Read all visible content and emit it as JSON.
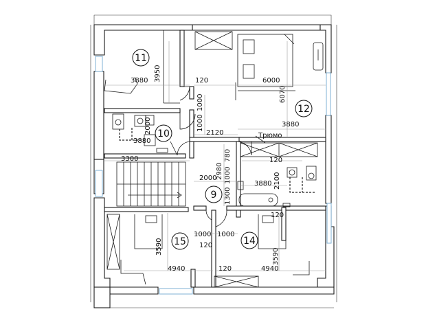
{
  "rooms": [
    {
      "id": "11",
      "label": "11"
    },
    {
      "id": "10",
      "label": "10"
    },
    {
      "id": "12",
      "label": "12"
    },
    {
      "id": "9",
      "label": "9"
    },
    {
      "id": "15",
      "label": "15"
    },
    {
      "id": "14",
      "label": "14"
    }
  ],
  "dimensions": {
    "r11_width": "3880",
    "r11_depth": "3950",
    "r11_gap": "120",
    "r12_width": "6000",
    "r12_depth": "6070",
    "r12_width2": "3880",
    "r10_depth": "2000",
    "r10_width": "3880",
    "corr_1000a": "1000",
    "corr_1000b": "1000",
    "corr_2120": "2120",
    "stair_3300": "3300",
    "hall_2000": "2000",
    "hall_2980": "2980",
    "hall_1000": "1000",
    "hall_780": "780",
    "hall_1300": "1300",
    "bath_3880": "3880",
    "bath_2100": "2100",
    "bath_120": "120",
    "r15_depth": "3590",
    "r15_1000": "1000",
    "r14_1000": "1000",
    "bottom_120": "120",
    "r15_width": "4940",
    "r14_width": "4940",
    "r14_depth": "3590",
    "r14_120": "120",
    "bottom_120b": "120"
  },
  "labels": {
    "trumo": "Трюмо"
  }
}
